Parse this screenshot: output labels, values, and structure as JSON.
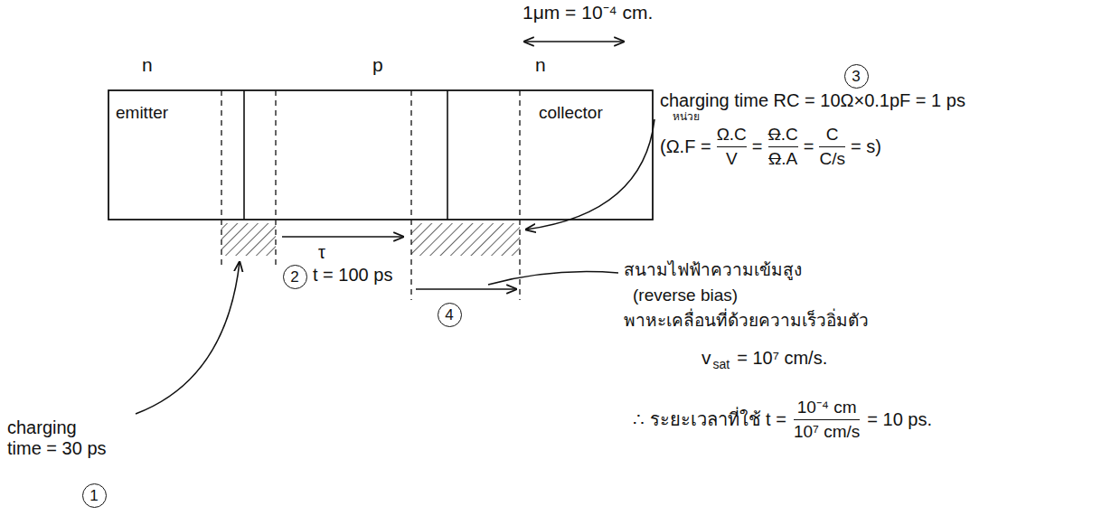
{
  "diagram": {
    "nodes": [
      {
        "text": [
          "3"
        ]
      },
      {
        "text": [
          "2"
        ]
      },
      {
        "text": [
          "4"
        ]
      },
      {
        "text": [
          "1"
        ]
      }
    ],
    "labels": [
      "1μm = 10⁻⁴ cm.",
      "n",
      "p",
      "n",
      "charging time RC = 10Ω×0.1pF = 1 ps",
      "หน่วย",
      "(Ω.F =",
      "Ω.C",
      "V",
      "=",
      "Ω",
      ".C",
      "Ω",
      ".A",
      "=",
      "C",
      "C/s",
      "= s)",
      "emitter",
      "collector",
      "τ",
      "t = 100 ps",
      "สนามไฟฟ้าความเข้มสูง",
      "(reverse bias)",
      "พาหะเคลื่อนที่ด้วยความเร็วอิ่มตัว",
      "v",
      "sat",
      "= 10⁷ cm/s.",
      "∴ ระยะเวลาที่ใช้ t =",
      "10⁻⁴ cm",
      "10⁷ cm/s",
      "= 10 ps.",
      "charging time = 30 ps"
    ]
  }
}
